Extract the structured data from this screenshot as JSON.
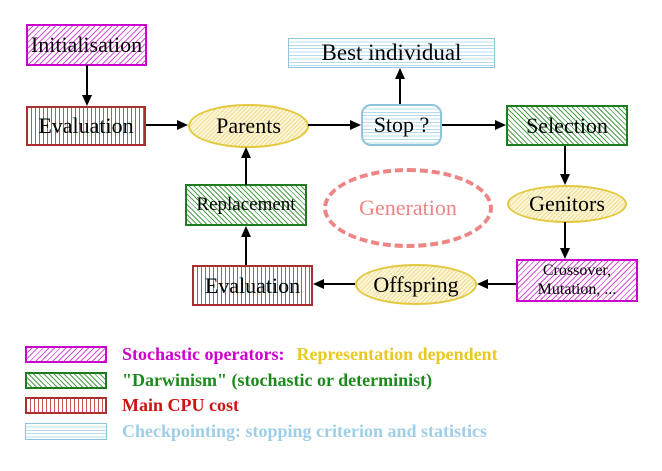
{
  "nodes": {
    "initialisation": "Initialisation",
    "evaluation_top": "Evaluation",
    "parents": "Parents",
    "best_individual": "Best individual",
    "stop": "Stop ?",
    "selection": "Selection",
    "replacement": "Replacement",
    "generation": "Generation",
    "genitors": "Genitors",
    "evaluation_bottom": "Evaluation",
    "offspring": "Offspring",
    "crossover_mutation_line1": "Crossover,",
    "crossover_mutation_line2": "Mutation, ..."
  },
  "legend": {
    "items": [
      {
        "label": "Stochastic operators:",
        "label2": "Representation dependent"
      },
      {
        "label": "\"Darwinism\" (stochastic or determinist)"
      },
      {
        "label": "Main CPU cost"
      },
      {
        "label": "Checkpointing: stopping criterion and statistics"
      }
    ]
  },
  "colors": {
    "magenta": "#cc00cc",
    "gold": "#e8c822",
    "green": "#1d8a1d",
    "dark_red": "#cc1414",
    "red_stripe": "#c25555",
    "light_blue": "#9fcfe8",
    "cyan_stripe": "#b8dcec",
    "salmon": "#ee8585",
    "yellow_border": "#e3c83e",
    "arrow_black": "#000000",
    "background": "#ffffff"
  }
}
